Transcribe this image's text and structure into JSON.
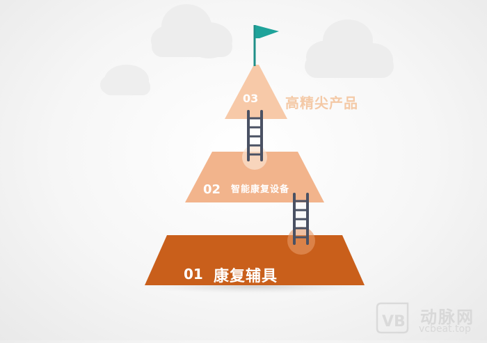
{
  "levels": [
    {
      "number": "01",
      "label": "康复辅具",
      "color": "#c95f1b"
    },
    {
      "number": "02",
      "label": "智能康复设备",
      "color": "#f2b48c"
    },
    {
      "number": "03",
      "label": "高精尖产品",
      "color": "#f7c9a8",
      "label_color": "#f4c9a6"
    }
  ],
  "flag_color": "#1fa39a",
  "ladder_color": "#4a5163",
  "watermark": {
    "logo": "VB",
    "name": "动脉网",
    "url": "vcbeat.top"
  }
}
